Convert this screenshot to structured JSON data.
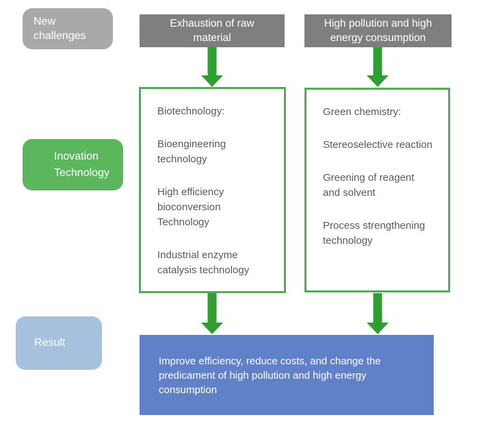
{
  "labels": {
    "new_challenges": "New\nchallenges",
    "innovation_technology": "Inovation\nTechnology",
    "result": "Result"
  },
  "challenges": [
    "Exhaustion of raw\nmaterial",
    "High pollution and high\nenergy consumption"
  ],
  "technologies": {
    "biotechnology": [
      "Biotechnology:",
      "Bioengineering\ntechnology",
      "High efficiency\nbioconversion\nTechnology",
      "Industrial enzyme\ncatalysis technology"
    ],
    "green_chemistry": [
      "Green chemistry:",
      "Stereoselective reaction",
      "Greening of reagent\nand solvent",
      "Process strengthening\ntechnology"
    ]
  },
  "result_text": "Improve efficiency, reduce costs, and change the\npredicament of high pollution and high energy\nconsumption",
  "colors": {
    "row_label_gray": "#a9a9a9",
    "challenge_gray": "#7f7f7f",
    "innovation_green": "#5cb65c",
    "arrow_green": "#2f9f31",
    "box_border_green": "#4fae51",
    "result_label_blue": "#a7c0dd",
    "result_box_blue": "#6081c8",
    "body_text_gray": "#595959"
  }
}
